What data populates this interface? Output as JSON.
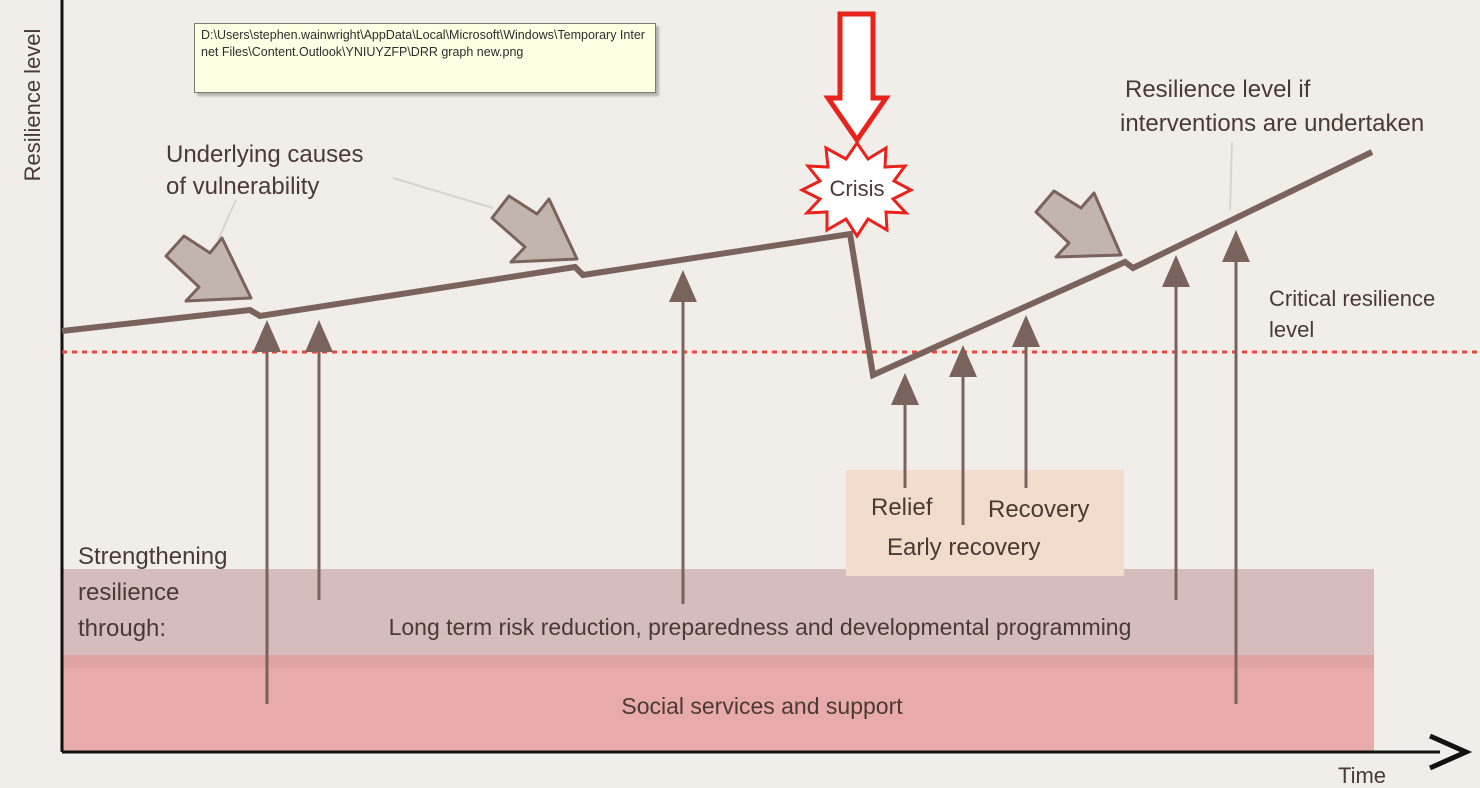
{
  "axes": {
    "y_label": "Resilience level",
    "x_label": "Time"
  },
  "labels": {
    "underlying_line1": "Underlying causes",
    "underlying_line2": "of vulnerability",
    "crisis": "Crisis",
    "interventions_line1": "Resilience level if",
    "interventions_line2": "interventions are undertaken",
    "critical_line1": "Critical resilience",
    "critical_line2": "level",
    "relief": "Relief",
    "recovery": "Recovery",
    "early_recovery": "Early recovery",
    "strengthening_line1": "Strengthening",
    "strengthening_line2": "resilience",
    "strengthening_line3": "through:",
    "long_term": "Long term risk reduction, preparedness and developmental programming",
    "social_services": "Social services and support"
  },
  "tooltip": {
    "text": "D:\\Users\\stephen.wainwright\\AppData\\Local\\Microsoft\\Windows\\Temporary Internet Files\\Content.Outlook\\YNIUYZFP\\DRR graph new.png"
  },
  "colors": {
    "background": "#f1eeea",
    "line": "#7a635d",
    "critical": "#e8473c",
    "crisis_red": "#e8231c",
    "band_long_term": "#d6bcbc",
    "band_social": "#e8aaaa",
    "relief_box": "#f4dccd"
  }
}
